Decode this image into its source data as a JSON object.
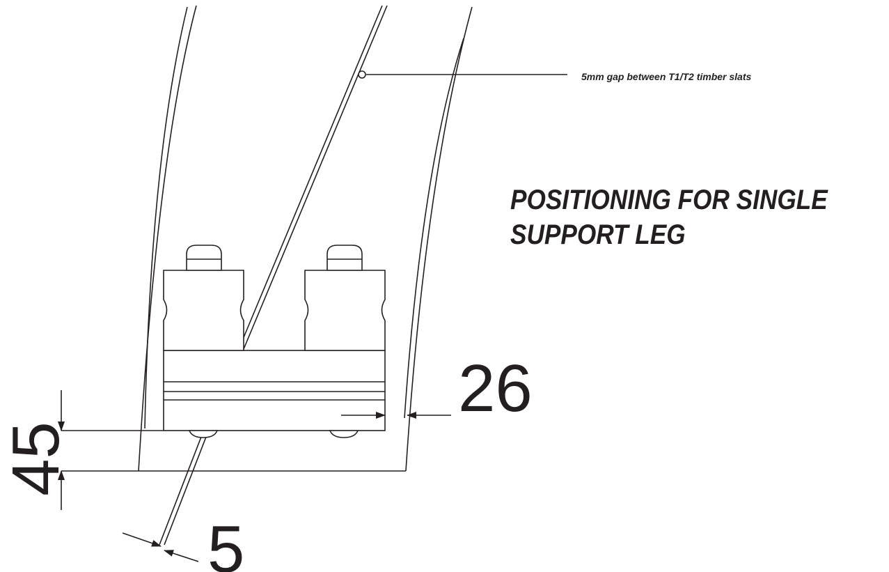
{
  "title": {
    "line1": "POSITIONING FOR SINGLE",
    "line2": "SUPPORT LEG"
  },
  "callout": {
    "text": "5mm gap between T1/T2 timber slats"
  },
  "dimensions": {
    "right_gap": "26",
    "vertical_offset": "45",
    "slat_gap": "5"
  },
  "colors": {
    "ink": "#231f20",
    "background": "#ffffff"
  }
}
